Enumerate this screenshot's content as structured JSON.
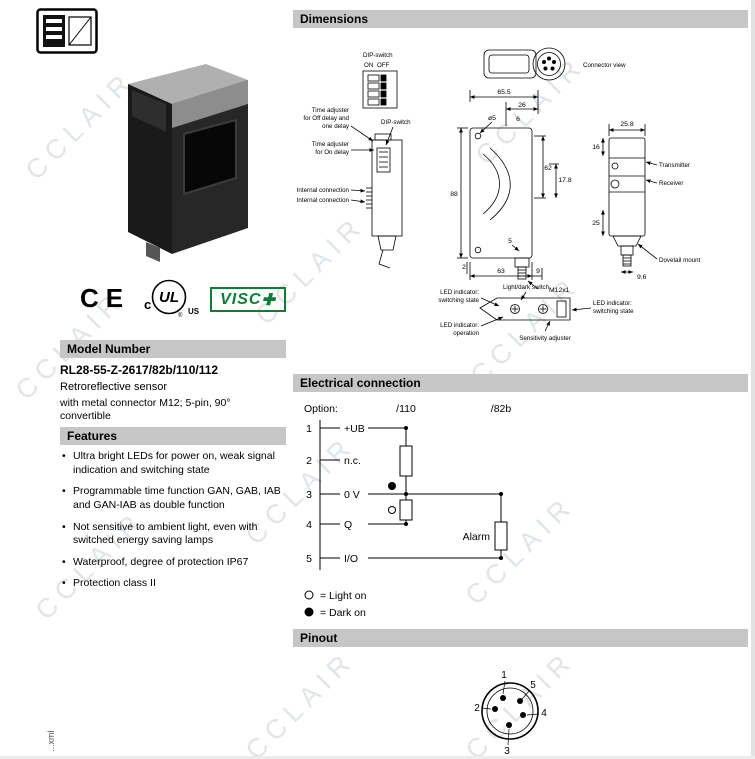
{
  "watermark": {
    "text": "CCLAIR"
  },
  "page": {
    "side_text": "...xml"
  },
  "branding": {
    "ce": "CE",
    "ul": {
      "prefix": "c",
      "mark": "UL",
      "suffix": "US",
      "reg": "®"
    },
    "visco": {
      "name": "VISC",
      "plus": "✚"
    }
  },
  "left": {
    "model": {
      "header": "Model Number",
      "number": "RL28-55-Z-2617/82b/110/112",
      "type": "Retroreflective sensor",
      "connector": "with metal connector M12; 5-pin, 90° convertible"
    },
    "features": {
      "header": "Features",
      "items": [
        "Ultra bright LEDs for power on, weak signal indication and switching state",
        "Programmable time function GAN, GAB, IAB and GAN-IAB as double function",
        "Not sensitive to ambient light, even with switched energy saving lamps",
        "Waterproof, degree of protection IP67",
        "Protection class II"
      ]
    }
  },
  "dimensions": {
    "header": "Dimensions",
    "labels": {
      "dip_caption": "DIP-switch",
      "on": "ON",
      "off": "OFF",
      "connector_view": "Connector view",
      "time_off_1": "Time adjuster",
      "time_off_2": "for Off delay and",
      "time_off_3": "one delay",
      "time_on_1": "Time adjuster",
      "time_on_2": "for On delay",
      "dip_side": "DIP-switch",
      "internal_1": "Internal connection",
      "internal_2": "Internal connection",
      "transmitter": "Transmitter",
      "receiver": "Receiver",
      "dovetail": "Dovetail mount",
      "led_switch_left_1": "LED indicator:",
      "led_switch_left_2": "switching state",
      "light_dark": "Light/dark switch",
      "led_switch_right_1": "LED indicator:",
      "led_switch_right_2": "switching state",
      "led_operation_1": "LED indicator:",
      "led_operation_2": "operation",
      "sensitivity": "Sensitivity adjuster"
    },
    "dims": {
      "d655": "65.5",
      "d26": "26",
      "dia5": "ø5",
      "d6": "6",
      "d88": "88",
      "d62": "62",
      "d178": "17.8",
      "d63": "63",
      "d9": "9",
      "d2": "2",
      "d5": "5",
      "m12": "M12x1",
      "d258": "25.8",
      "d16": "16",
      "d25": "25",
      "d96": "9.6"
    }
  },
  "electrical": {
    "header": "Electrical connection",
    "option_label": "Option:",
    "options": [
      "/110",
      "/82b"
    ],
    "pins": [
      {
        "n": "1",
        "label": "+UB"
      },
      {
        "n": "2",
        "label": "n.c."
      },
      {
        "n": "3",
        "label": "0 V"
      },
      {
        "n": "4",
        "label": "Q"
      },
      {
        "n": "5",
        "label": "I/O"
      }
    ],
    "alarm": "Alarm",
    "legend": {
      "light": "= Light on",
      "dark": "= Dark on"
    }
  },
  "pinout": {
    "header": "Pinout",
    "pins": [
      "1",
      "2",
      "3",
      "4",
      "5"
    ]
  }
}
